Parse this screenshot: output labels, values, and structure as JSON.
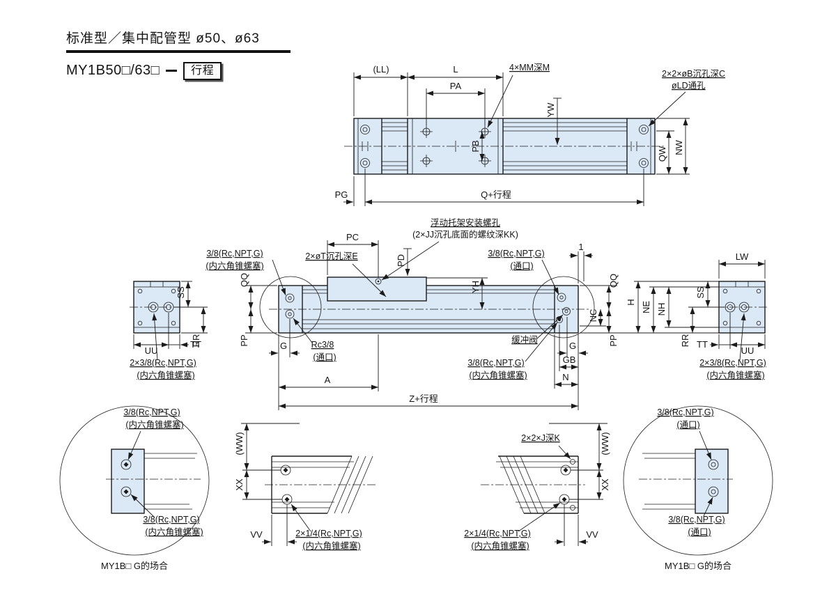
{
  "header": {
    "title": "标准型／集中配管型 ø50、ø63",
    "model": "MY1B50□/63□",
    "stroke_box": "行程"
  },
  "top": {
    "ll": "(LL)",
    "l": "L",
    "pa": "PA",
    "yw": "YW",
    "pb": "PB",
    "qw": "QW",
    "nw": "NW",
    "pg": "PG",
    "q_stroke": "Q+行程",
    "mm": "4×MM深M",
    "cbore": "2×2×øB沉孔深C",
    "ld": "øLD通孔"
  },
  "front": {
    "bracket1": "浮动托架安装螺孔",
    "bracket2": "(2×JJ沉孔底面的螺纹深KK)",
    "t_cbore": "2×øT沉孔深E",
    "rc38": "Rc3/8",
    "cushion": "缓冲阀",
    "plug2x38": "2×3/8(Rc,NPT,G)",
    "pc": "PC",
    "pd": "PD",
    "yh": "YH",
    "one": "1",
    "lw": "LW",
    "qq": "QQ",
    "ss": "SS",
    "rr": "RR",
    "tt": "TT",
    "uu": "UU",
    "pp": "PP",
    "g": "G",
    "gb": "GB",
    "n": "N",
    "nc": "NC",
    "h": "H",
    "ne": "NE",
    "nh": "NH",
    "a": "A",
    "z_stroke": "Z+行程"
  },
  "shared": {
    "port38": "3/8(Rc,NPT,G)",
    "plug_hex": "(内六角锥螺塞)",
    "port_open": "(通口)"
  },
  "details": {
    "plug2x14": "2×1/4(Rc,NPT,G)",
    "j_holes": "2×2×J深K",
    "ww": "(WW)",
    "xx": "XX",
    "vv": "VV",
    "caption": "MY1B□ G的场合"
  }
}
